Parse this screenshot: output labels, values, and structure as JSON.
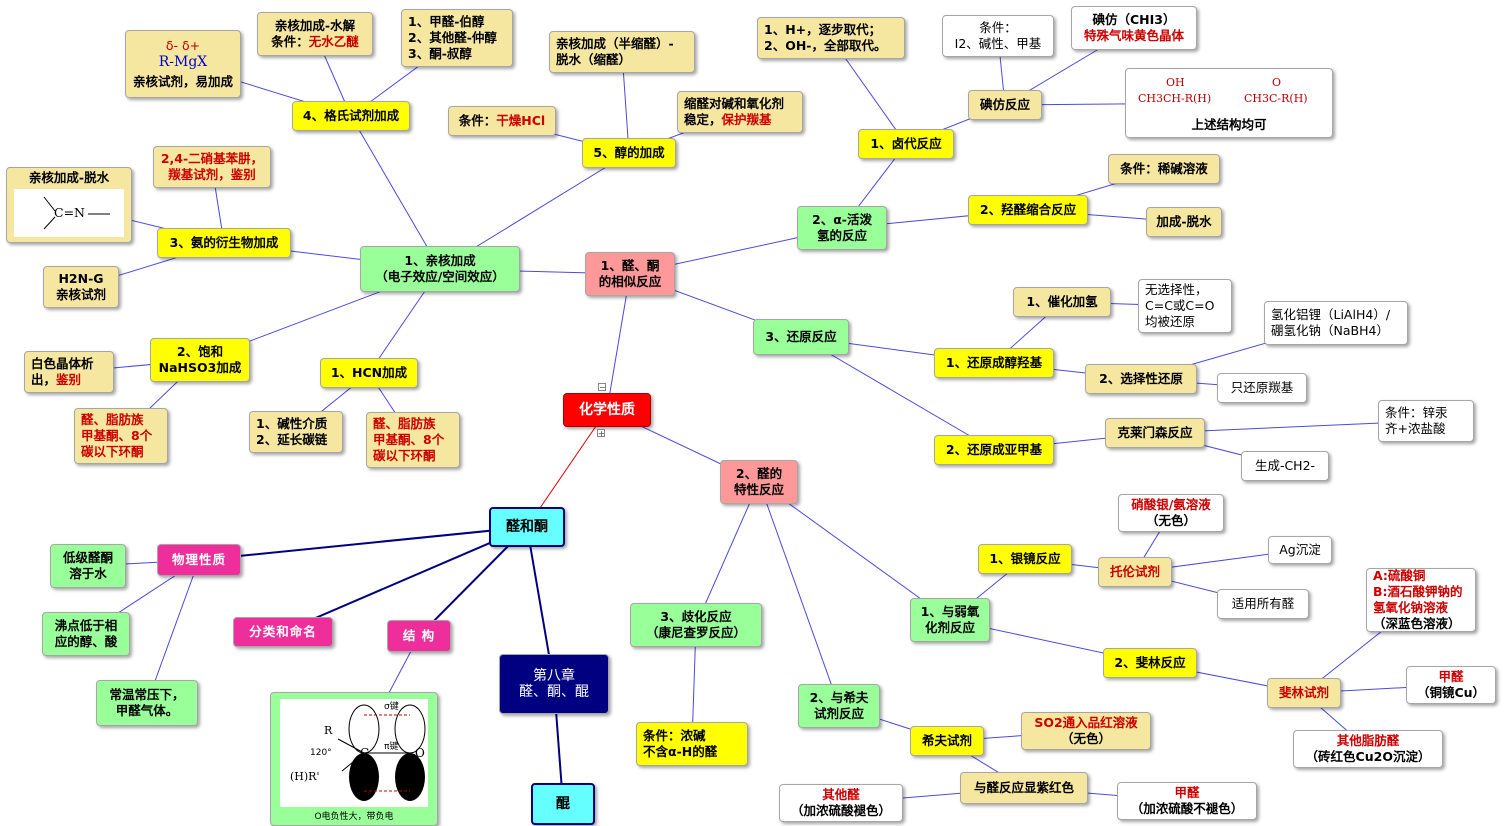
{
  "nodes": {
    "center": [
      "化学性质"
    ],
    "chem_sim": [
      "1、醛、酮",
      "的相似反应"
    ],
    "nuc_add": [
      "1、亲核加成",
      "（电子效应/空间效应）"
    ],
    "grignard": [
      "4、格氏试剂加成"
    ],
    "grig_rmgx": [
      "δ-  δ+",
      "R-MgX",
      "亲核试剂，易加成"
    ],
    "grig_cond": [
      "亲核加成-水解",
      "条件：无水乙醚"
    ],
    "grig_prod": [
      "1、甲醛-伯醇",
      "2、其他醛-仲醇",
      "3、酮-叔醇"
    ],
    "alcohol_add": [
      "5、醇的加成"
    ],
    "alc_semi": [
      "亲核加成（半缩醛）-",
      "脱水（缩醛）"
    ],
    "alc_cond": [
      "条件：干燥HCl"
    ],
    "alc_protect": [
      "缩醛对碱和氧化剂",
      "稳定，保护羰基"
    ],
    "ammonia": [
      "3、氨的衍生物加成"
    ],
    "amm_dehyd": [
      "亲核加成-脱水"
    ],
    "amm_cn": [
      "C=N"
    ],
    "amm_dnph": [
      "2,4-二硝基苯肼，",
      "羰基试剂，鉴别"
    ],
    "amm_h2ng": [
      "H2N-G",
      "亲核试剂"
    ],
    "bisulfite": [
      "2、饱和",
      "NaHSO3加成"
    ],
    "bis_white": [
      "白色晶体析",
      "出，鉴别"
    ],
    "bis_scope": [
      "醛、脂肪族",
      "甲基酮、8个",
      "碳以下环酮"
    ],
    "hcn": [
      "1、HCN加成"
    ],
    "hcn_cond": [
      "1、碱性介质",
      "2、延长碳链"
    ],
    "hcn_scope": [
      "醛、脂肪族",
      "甲基酮、8个",
      "碳以下环酮"
    ],
    "alpha": [
      "2、α-活泼",
      "氢的反应"
    ],
    "halo": [
      "1、卤代反应"
    ],
    "halo_cond": [
      "1、H+，逐步取代；",
      "2、OH-，全部取代。"
    ],
    "iodoform": [
      "碘仿反应"
    ],
    "iodo_cond": [
      "条件：",
      "I2、碱性、甲基"
    ],
    "iodo_chi3": [
      "碘仿（CHI3）",
      "特殊气味黄色晶体"
    ],
    "iodo_struct": [
      "上述结构均可"
    ],
    "aldol": [
      "2、羟醛缩合反应"
    ],
    "aldol_cond": [
      "条件：稀碱溶液"
    ],
    "aldol_add": [
      "加成-脱水"
    ],
    "reduction": [
      "3、还原反应"
    ],
    "to_alcohol": [
      "1、还原成醇羟基"
    ],
    "cat_h2": [
      "1、催化加氢"
    ],
    "cat_nosel": [
      "无选择性，",
      "C=C或C=O",
      "均被还原"
    ],
    "sel_red": [
      "2、选择性还原"
    ],
    "sel_reagent": [
      "氢化铝锂（LiAlH4）/",
      "硼氢化钠（NaBH4）"
    ],
    "sel_only": [
      "只还原羰基"
    ],
    "to_ch2": [
      "2、还原成亚甲基"
    ],
    "clemmensen": [
      "克莱门森反应"
    ],
    "clem_cond": [
      "条件：锌汞",
      "齐+浓盐酸"
    ],
    "clem_prod": [
      "生成-CH2-"
    ],
    "aldehyde_prop": [
      "2、醛的",
      "特性反应"
    ],
    "weak_ox": [
      "1、与弱氧",
      "化剂反应"
    ],
    "silver": [
      "1、银镜反应"
    ],
    "tollens": [
      "托伦试剂"
    ],
    "tollens_comp": [
      "硝酸银/氨溶液",
      "（无色）"
    ],
    "tollens_ag": [
      "Ag沉淀"
    ],
    "tollens_all": [
      "适用所有醛"
    ],
    "fehling": [
      "2、斐林反应"
    ],
    "fehling_reagent": [
      "斐林试剂"
    ],
    "fehling_comp": [
      "A:硫酸铜",
      "B:酒石酸钾钠的",
      "氢氧化钠溶液",
      "（深蓝色溶液）"
    ],
    "fehling_hcho": [
      "甲醛",
      "（铜镜Cu）"
    ],
    "fehling_other": [
      "其他脂肪醛",
      "（砖红色Cu2O沉淀）"
    ],
    "cannizzaro": [
      "3、歧化反应",
      "（康尼查罗反应）"
    ],
    "cann_cond": [
      "条件：浓碱",
      "不含α-H的醛"
    ],
    "schiff": [
      "2、与希夫",
      "试剂反应"
    ],
    "schiff_reagent": [
      "希夫试剂"
    ],
    "schiff_so2": [
      "SO2通入品红溶液",
      "（无色）"
    ],
    "schiff_purple": [
      "与醛反应显紫红色"
    ],
    "schiff_other": [
      "其他醛",
      "（加浓硫酸褪色）"
    ],
    "schiff_hcho": [
      "甲醛",
      "（加浓硫酸不褪色）"
    ],
    "ald_ket": [
      "醛和酮"
    ],
    "physical": [
      "物理性质"
    ],
    "phys_sol": [
      "低级醛酮",
      "溶于水"
    ],
    "phys_bp": [
      "沸点低于相",
      "应的醇、酸"
    ],
    "phys_gas": [
      "常温常压下，",
      "甲醛气体。"
    ],
    "naming": [
      "分类和命名"
    ],
    "structure": [
      "结 构"
    ],
    "chapter": [
      "第八章",
      "醛、酮、醌"
    ],
    "quinone": [
      "醌"
    ]
  },
  "structure_diagram": {
    "labels": [
      "σ键",
      "π键",
      "R",
      "120°",
      "C",
      "O",
      "(H)R'"
    ],
    "caption": "O电负性大，带负电"
  },
  "iodoform_struct": {
    "left_oh": "OH",
    "left_formula": "CH3CH-R(H)",
    "right_o": "O",
    "right_formula": "CH3C-R(H)"
  },
  "colors": {
    "link": "#4a4adf",
    "link_red": "#e00000",
    "link_dark": "#000080",
    "formula_red": "#c00000",
    "formula_blue": "#0000cc"
  }
}
